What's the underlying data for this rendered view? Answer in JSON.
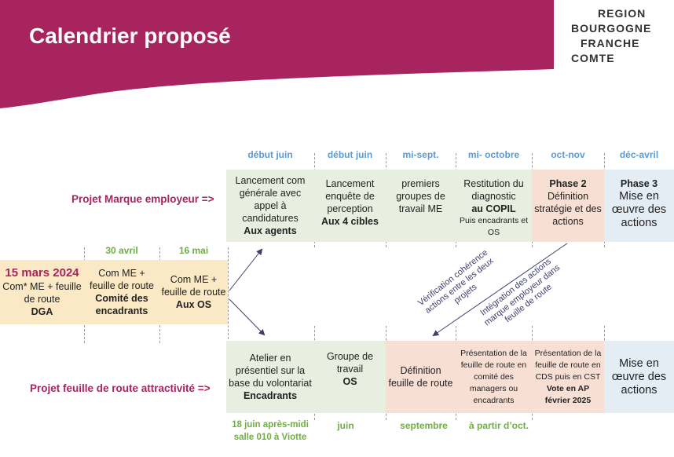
{
  "title": "Calendrier proposé",
  "logo": [
    "REGION",
    "BOURGOGNE",
    "FRANCHE",
    "COMTE"
  ],
  "colors": {
    "brand": "#a8245e",
    "blue": "#5b9bd5",
    "green": "#70ad47"
  },
  "top_headers": [
    "début juin",
    "début juin",
    "mi-sept.",
    "mi- octobre",
    "oct-nov",
    "déc-avril"
  ],
  "project_me": "Projet Marque employeur =>",
  "project_fr": "Projet feuille de route attractivité =>",
  "top_boxes": [
    {
      "lines": [
        "Lancement com générale avec appel à candidatures"
      ],
      "bold": "Aux agents"
    },
    {
      "lines": [
        "Lancement enquête de perception"
      ],
      "bold": "Aux 4 cibles"
    },
    {
      "lines": [
        "premiers groupes de travail ME"
      ],
      "bold": ""
    },
    {
      "lines": [
        "Restitution du diagnostic"
      ],
      "bold": "au COPIL",
      "small": "Puis encadrants et OS"
    },
    {
      "bold_top": "Phase 2",
      "lines": [
        "Définition stratégie et des actions"
      ]
    },
    {
      "bold_top": "Phase 3",
      "lines": [
        "Mise en œuvre des actions"
      ]
    }
  ],
  "mid_headers": [
    "30 avril",
    "16 mai"
  ],
  "mid_boxes": [
    {
      "date": "15 mars 2024",
      "lines": [
        "Com* ME + feuille de route"
      ],
      "bold": "DGA"
    },
    {
      "lines": [
        "Com ME + feuille de route"
      ],
      "bold": "Comité des encadrants"
    },
    {
      "lines": [
        "Com ME + feuille de route"
      ],
      "bold": "Aux OS"
    }
  ],
  "bottom_boxes": [
    {
      "lines": [
        "Atelier en présentiel sur la base du volontariat"
      ],
      "bold": "Encadrants"
    },
    {
      "lines": [
        "Groupe de travail"
      ],
      "bold": "OS"
    },
    {
      "lines": [
        "Définition feuille de route"
      ],
      "bold": ""
    },
    {
      "lines": [
        "Présentation de la feuille de route en comité des managers ou encadrants"
      ],
      "bold": ""
    },
    {
      "lines": [
        "Présentation de la feuille de route en CDS puis en CST"
      ],
      "bold": "Vote en AP février 2025"
    },
    {
      "lines": [
        "Mise en œuvre des actions"
      ],
      "bold": ""
    }
  ],
  "bottom_headers": [
    "18 juin après-midi salle 010 à Viotte",
    "juin",
    "septembre",
    "à partir d’oct."
  ],
  "annotations": [
    "Vérification cohérence actions entre les deux projets",
    "Intégration des actions marque employeur dans feuille de route"
  ]
}
